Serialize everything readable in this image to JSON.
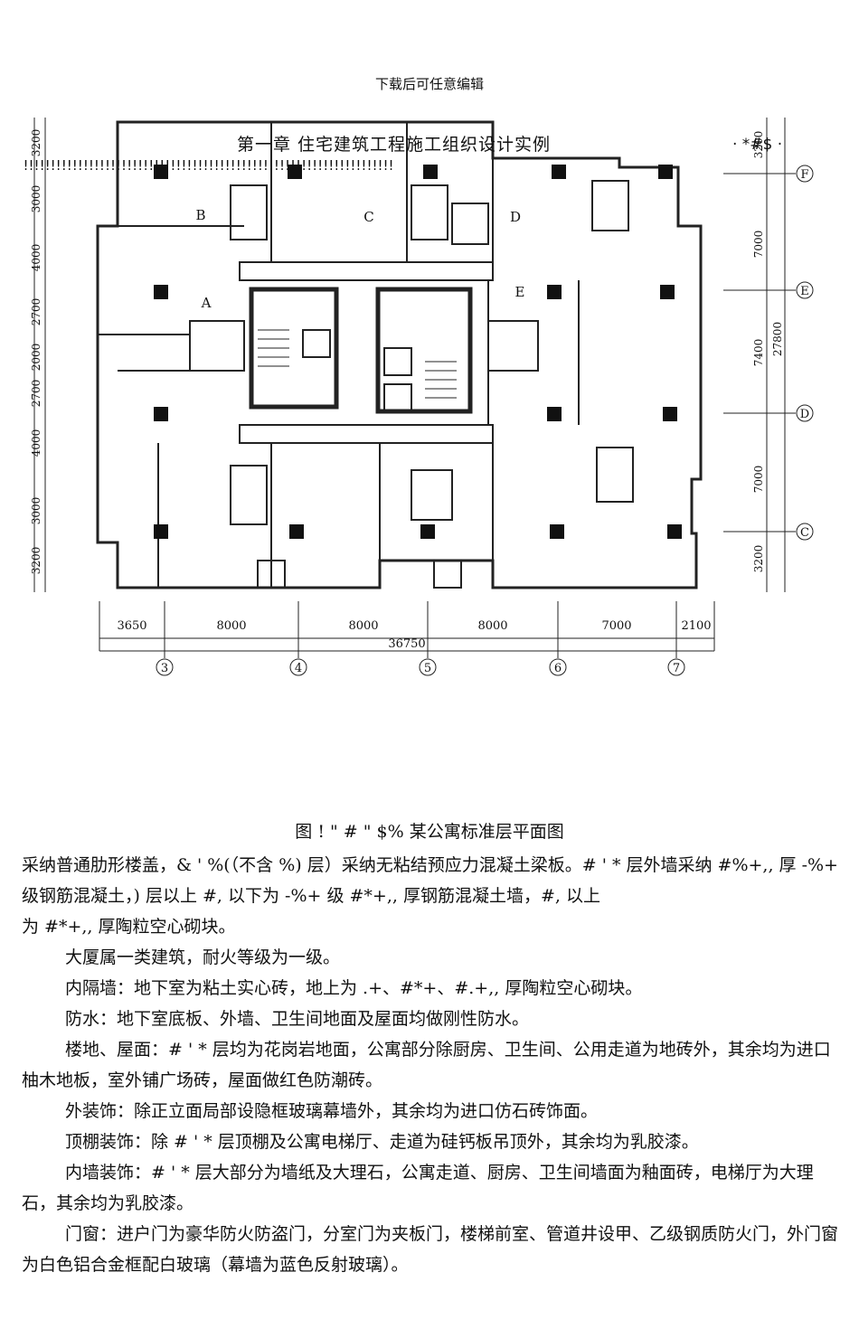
{
  "header": "下载后可任意编辑",
  "chapter_title": "第一章    住宅建筑工程施工组织设计实例",
  "top_marks": "· *#$ ·",
  "bang_row": "!!!!!!!!!!!!!!!!!!!!!!!!!!!!!!!!!!!!!!!!!!!!!!!!!!!!!!!!!!!!!!!!!!!!",
  "plan": {
    "unit_labels": [
      "A",
      "B",
      "C",
      "D",
      "E"
    ],
    "left_dims": [
      "3200",
      "3000",
      "4000",
      "2700",
      "2000",
      "2700",
      "4000",
      "3000",
      "3200"
    ],
    "right_dims": [
      "3200",
      "7000",
      "7400",
      "7000",
      "3200"
    ],
    "right_total": "27800",
    "row_axes": [
      "F",
      "E",
      "D",
      "C"
    ],
    "bottom_dims": [
      "3650",
      "8000",
      "8000",
      "8000",
      "7000",
      "2100"
    ],
    "bottom_total": "36750",
    "col_axes": [
      "3",
      "4",
      "5",
      "6",
      "7"
    ]
  },
  "caption": "图 ! \" # \" $%    某公寓标准层平面图",
  "paragraphs": [
    "采纳普通肋形楼盖，& ' %(（不含 %) 层）采纳无粘结预应力混凝土梁板。# ' * 层外墙采纳 #%+,, 厚 -%+ 级钢筋混凝土，) 层以上 #, 以下为 -%+ 级 #*+,, 厚钢筋混凝土墙，#, 以上",
    "为 #*+,, 厚陶粒空心砌块。",
    "大厦属一类建筑，耐火等级为一级。",
    "内隔墙：地下室为粘土实心砖，地上为 .+、#*+、#.+,, 厚陶粒空心砌块。",
    "防水：地下室底板、外墙、卫生间地面及屋面均做刚性防水。",
    "楼地、屋面：# ' * 层均为花岗岩地面，公寓部分除厨房、卫生间、公用走道为地砖外，其余均为进口柚木地板，室外铺广场砖，屋面做红色防潮砖。",
    "外装饰：除正立面局部设隐框玻璃幕墙外，其余均为进口仿石砖饰面。",
    "顶棚装饰：除 # ' * 层顶棚及公寓电梯厅、走道为硅钙板吊顶外，其余均为乳胶漆。",
    "内墙装饰：# ' * 层大部分为墙纸及大理石，公寓走道、厨房、卫生间墙面为釉面砖，电梯厅为大理石，其余均为乳胶漆。",
    "门窗：进户门为豪华防火防盗门，分室门为夹板门，楼梯前室、管道井设甲、乙级钢质防火门，外门窗为白色铝合金框配白玻璃（幕墙为蓝色反射玻璃）。"
  ]
}
